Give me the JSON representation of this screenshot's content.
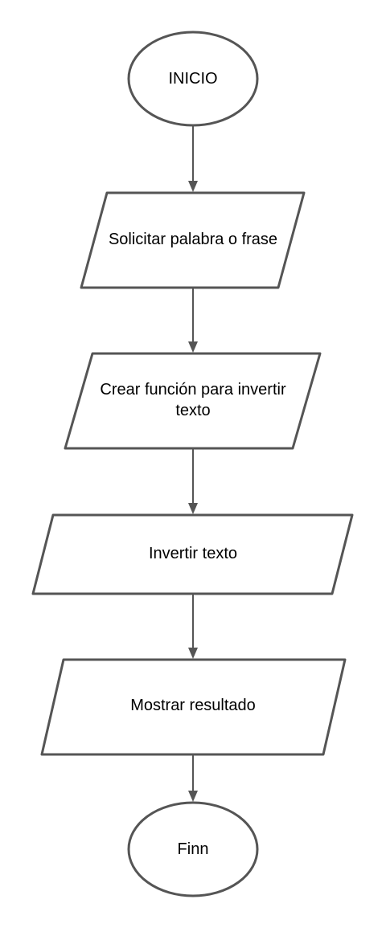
{
  "diagram": {
    "type": "flowchart",
    "colors": {
      "stroke": "#555555",
      "fill": "#ffffff",
      "text": "#000000"
    },
    "nodes": [
      {
        "id": "start",
        "shape": "terminal-ellipse",
        "lines": [
          "INICIO"
        ]
      },
      {
        "id": "input",
        "shape": "parallelogram",
        "lines": [
          "Solicitar palabra o frase"
        ]
      },
      {
        "id": "create-function",
        "shape": "parallelogram",
        "lines": [
          "Crear función para invertir",
          "texto"
        ]
      },
      {
        "id": "invert",
        "shape": "parallelogram",
        "lines": [
          "Invertir texto"
        ]
      },
      {
        "id": "output",
        "shape": "parallelogram",
        "lines": [
          "Mostrar resultado"
        ]
      },
      {
        "id": "end",
        "shape": "terminal-ellipse",
        "lines": [
          "Finn"
        ]
      }
    ],
    "edges": [
      {
        "from": "start",
        "to": "input"
      },
      {
        "from": "input",
        "to": "create-function"
      },
      {
        "from": "create-function",
        "to": "invert"
      },
      {
        "from": "invert",
        "to": "output"
      },
      {
        "from": "output",
        "to": "end"
      }
    ]
  }
}
